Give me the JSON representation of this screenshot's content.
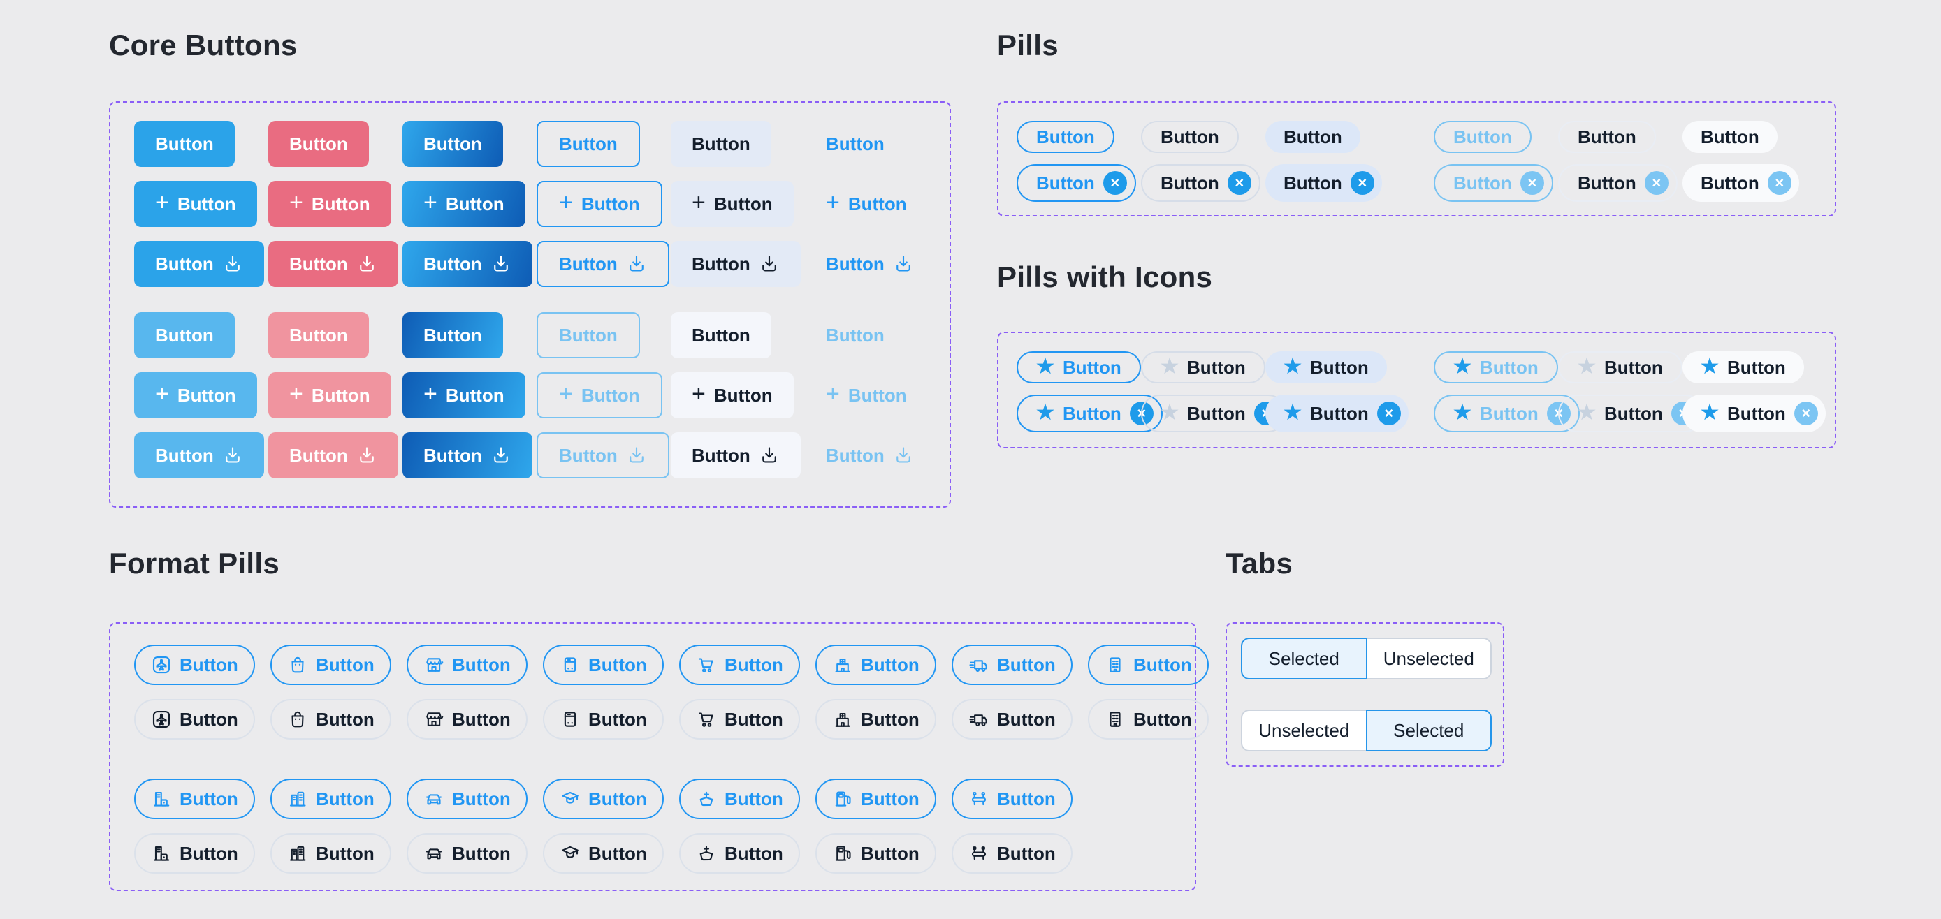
{
  "headings": {
    "core_buttons": "Core Buttons",
    "pills": "Pills",
    "pills_with_icons": "Pills with Icons",
    "format_pills": "Format Pills",
    "tabs": "Tabs"
  },
  "labels": {
    "button": "Button",
    "selected": "Selected",
    "unselected": "Unselected"
  },
  "glyphs": {
    "plus": "+",
    "close": "×",
    "star": "★"
  },
  "core_buttons": {
    "variants": [
      "solid-blue",
      "solid-pink",
      "gradient-blue",
      "outline-blue",
      "ghost",
      "text-only"
    ],
    "row_types": [
      "plain",
      "plus-icon",
      "download-icon"
    ],
    "groups": [
      "default",
      "light"
    ]
  },
  "pills": {
    "variants": [
      "outline-blue",
      "outline-gray",
      "soft-blue",
      "outline-blue-light",
      "outline-faint",
      "white"
    ],
    "rows": [
      "plain",
      "with-close-badge"
    ]
  },
  "pills_with_icons": {
    "variants": [
      "outline-blue",
      "outline-gray-muted-star",
      "soft-blue",
      "outline-blue-light",
      "faint-muted-star",
      "white"
    ],
    "rows": [
      "star",
      "star-with-close-badge"
    ]
  },
  "format_pills": {
    "styles": [
      "outline-blue",
      "subtle-dark"
    ],
    "row1_icons": [
      "airplane",
      "shopping-bag",
      "storefront",
      "vending-machine",
      "shopping-cart",
      "pharmacy",
      "delivery-truck",
      "office-building"
    ],
    "row2_icons": [
      "warehouse",
      "city-buildings",
      "car",
      "graduation-cap",
      "ship",
      "fuel-pump",
      "bed"
    ]
  },
  "tabs": {
    "group1": [
      "Selected",
      "Unselected"
    ],
    "group2": [
      "Unselected",
      "Selected"
    ]
  },
  "colors": {
    "page_bg": "#ebebed",
    "heading": "#23272f",
    "accent_blue": "#2196f3",
    "solid_blue": "#2ba3e9",
    "solid_blue_light": "#58b7ee",
    "pink": "#e96c81",
    "pink_light": "#f0949f",
    "gradient_start": "#2fa7ec",
    "gradient_end": "#0e5cb5",
    "ghost_bg": "#e3eaf6",
    "ghost_bg_light": "#f4f6fb",
    "soft_pill_bg": "#dce7f8",
    "white_pill_bg": "#f9fafc",
    "light_blue": "#79c3f2",
    "close_badge": "#1e9bea",
    "close_badge_light": "#7cc5f3",
    "muted_star": "#c7d2df",
    "gray_border": "#d6dde8",
    "faint_border": "#e9edf4",
    "subtle_pill_border": "#dbe1ea",
    "dark_text": "#141e2c",
    "dashed_outline": "#8a5ef6",
    "tab_selected_bg": "#e8f3fd",
    "tab_border": "#cdd4de"
  }
}
